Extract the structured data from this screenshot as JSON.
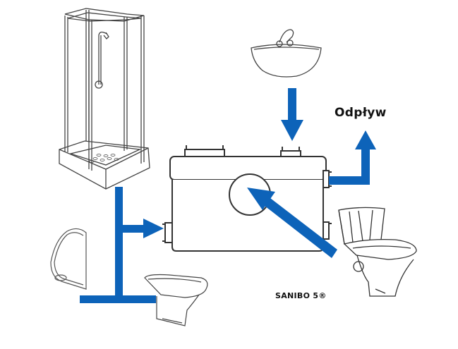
{
  "diagram": {
    "title": "Sanibo macerator pump connection diagram",
    "outlet_label": "Odpływ",
    "product_label": "SANIBO 5®",
    "colors": {
      "flow_arrow": "#0d63b9",
      "line_art": "#333333",
      "background": "#ffffff"
    },
    "components": [
      {
        "name": "shower-cabin",
        "role": "inlet"
      },
      {
        "name": "washbasin",
        "role": "inlet"
      },
      {
        "name": "urinal",
        "role": "inlet"
      },
      {
        "name": "bidet",
        "role": "inlet"
      },
      {
        "name": "toilet",
        "role": "inlet"
      },
      {
        "name": "pump-unit",
        "role": "pump"
      },
      {
        "name": "outlet",
        "role": "discharge"
      }
    ]
  }
}
